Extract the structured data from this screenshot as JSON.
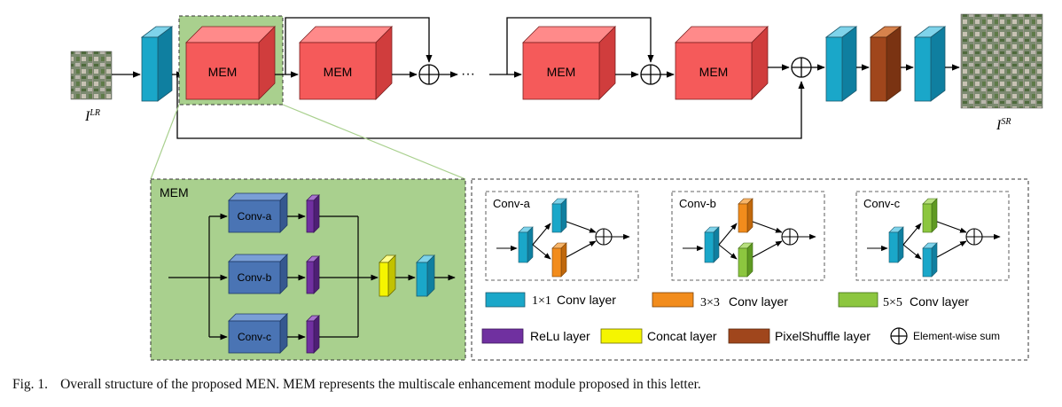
{
  "figure": {
    "input_label": "I",
    "input_sup": "LR",
    "output_label": "I",
    "output_sup": "SR",
    "mem_block": "MEM",
    "ellipsis": "···"
  },
  "mem_detail": {
    "title": "MEM",
    "branches": [
      "Conv-a",
      "Conv-b",
      "Conv-c"
    ]
  },
  "subnets": [
    {
      "title": "Conv-a"
    },
    {
      "title": "Conv-b"
    },
    {
      "title": "Conv-c"
    }
  ],
  "legend": {
    "conv1_math": "1×1",
    "conv1_text": "Conv layer",
    "conv3_math": "3×3",
    "conv3_text": "Conv layer",
    "conv5_math": "5×5",
    "conv5_text": "Conv layer",
    "relu": "ReLu layer",
    "concat": "Concat layer",
    "pixelshuffle": "PixelShuffle layer",
    "sum": "Element-wise sum"
  },
  "caption": {
    "label": "Fig. 1.",
    "text": "Overall structure of the proposed MEN. MEM represents the multiscale enhancement module proposed in this letter."
  },
  "colors": {
    "conv1": "#1aa7c9",
    "conv3": "#f28c1c",
    "conv5": "#8cc63f",
    "relu": "#7030a0",
    "concat": "#f5f500",
    "pixelshuffle": "#a0461c",
    "mem": "#f55a5a",
    "mem_panel": "#a9d08e",
    "branch_conv": "#4a74b4"
  }
}
